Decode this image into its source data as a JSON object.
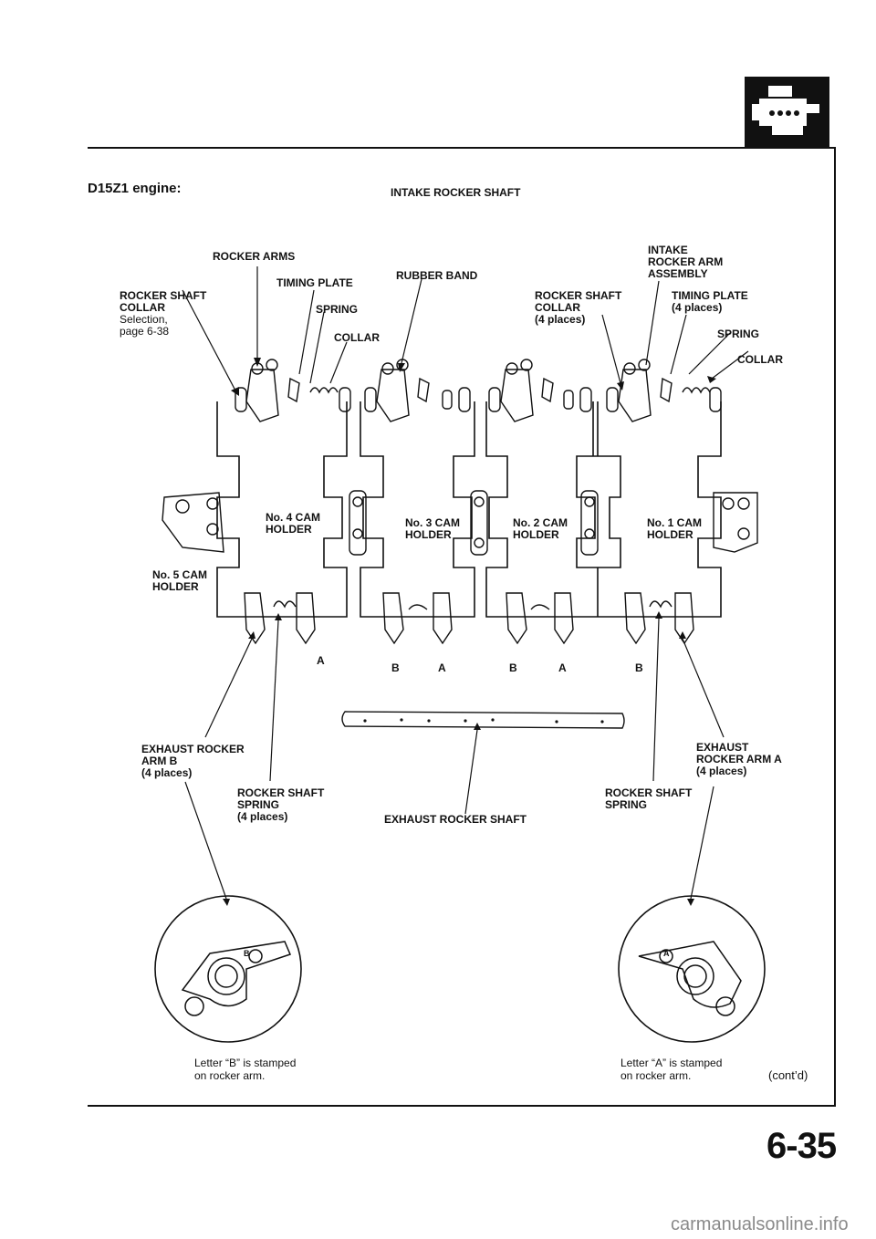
{
  "header": {
    "engine": "D15Z1 engine:",
    "diagram_title": "INTAKE ROCKER SHAFT"
  },
  "labels": {
    "rocker_arms": "ROCKER ARMS",
    "timing_plate_left": "TIMING PLATE",
    "rubber_band": "RUBBER BAND",
    "intake_rocker_arm_assembly": "INTAKE\nROCKER ARM\nASSEMBLY",
    "rocker_shaft_collar_left": "ROCKER SHAFT\nCOLLAR",
    "selection_note": "Selection,\npage 6-38",
    "spring_left": "SPRING",
    "collar_left": "COLLAR",
    "rocker_shaft_collar_right": "ROCKER SHAFT\nCOLLAR\n(4 places)",
    "timing_plate_right": "TIMING PLATE\n(4 places)",
    "spring_right": "SPRING",
    "collar_right": "COLLAR",
    "cam_holder_4": "No. 4 CAM\nHOLDER",
    "cam_holder_3": "No. 3 CAM\nHOLDER",
    "cam_holder_2": "No. 2 CAM\nHOLDER",
    "cam_holder_1": "No. 1 CAM\nHOLDER",
    "cam_holder_5": "No. 5 CAM\nHOLDER",
    "letter_a1": "A",
    "letter_b1": "B",
    "letter_a2": "A",
    "letter_b2": "B",
    "letter_a3": "A",
    "letter_b3": "B",
    "exhaust_rocker_arm_b": "EXHAUST ROCKER\nARM B\n(4 places)",
    "rocker_shaft_spring_left": "ROCKER SHAFT\nSPRING\n(4 places)",
    "exhaust_rocker_shaft": "EXHAUST ROCKER SHAFT",
    "rocker_shaft_spring_right": "ROCKER SHAFT\nSPRING",
    "exhaust_rocker_arm_a": "EXHAUST\nROCKER ARM A\n(4 places)",
    "caption_b": "Letter “B” is stamped\non rocker arm.",
    "caption_a": "Letter “A” is stamped\non rocker arm.",
    "contd": "(cont’d)"
  },
  "page_number": "6-35",
  "footer": "carmanualsonline.info",
  "colors": {
    "ink": "#111111",
    "watermark": "#8a8a8a"
  },
  "icons": [
    "engine-section-icon"
  ]
}
